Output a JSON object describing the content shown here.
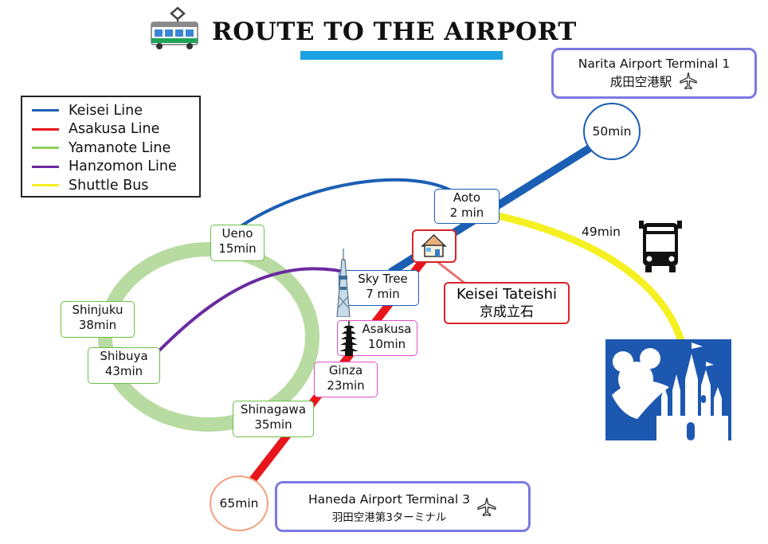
{
  "title": "ROUTE TO THE AIRPORT",
  "legend": [
    {
      "label": "Keisei Line",
      "color": "#1b5fb4"
    },
    {
      "label": "Asakusa Line",
      "color": "#e8151b"
    },
    {
      "label": "Yamanote Line",
      "color": "#8ccf5a"
    },
    {
      "label": "Hanzomon Line",
      "color": "#6a2aa0"
    },
    {
      "label": "Shuttle  Bus",
      "color": "#f5f022"
    }
  ],
  "stations": {
    "ueno": {
      "name": "Ueno",
      "time": "15min"
    },
    "shinjuku": {
      "name": "Shinjuku",
      "time": "38min"
    },
    "shibuya": {
      "name": "Shibuya",
      "time": "43min"
    },
    "shinagawa": {
      "name": "Shinagawa",
      "time": "35min"
    },
    "aoto": {
      "name": "Aoto",
      "time": "2 min"
    },
    "skytree": {
      "name": "Sky Tree",
      "time": "7 min"
    },
    "asakusa": {
      "name": "Asakusa",
      "time": "10min"
    },
    "ginza": {
      "name": "Ginza",
      "time": "23min"
    }
  },
  "home_station": {
    "name_en": "Keisei Tateishi",
    "name_ja": "京成立石"
  },
  "narita": {
    "name_en": "Narita Airport Terminal 1",
    "name_ja": "成田空港駅",
    "time": "50min"
  },
  "haneda": {
    "name_en": "Haneda Airport Terminal 3",
    "name_ja": "羽田空港第3ターミナル",
    "time": "65min"
  },
  "bus": {
    "time": "49min"
  },
  "icons": [
    "train-icon",
    "house-icon",
    "tower-icon",
    "pagoda-icon",
    "bus-icon",
    "airplane-icon",
    "castle-icon"
  ]
}
